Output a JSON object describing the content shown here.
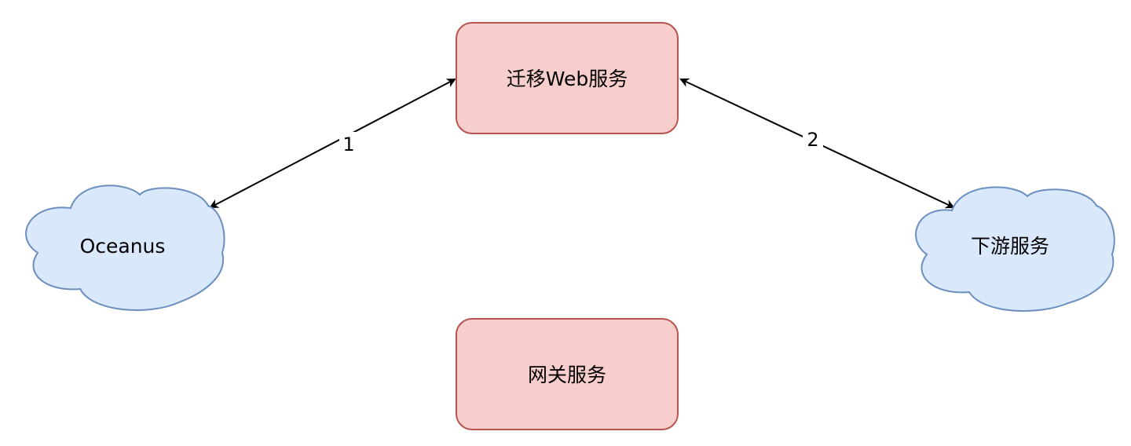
{
  "nodes": {
    "migration_web_service": {
      "label": "迁移Web服务",
      "shape": "rounded-rectangle",
      "fill": "#f8cecc",
      "stroke": "#b85450"
    },
    "gateway_service": {
      "label": "网关服务",
      "shape": "rounded-rectangle",
      "fill": "#f8cecc",
      "stroke": "#b85450"
    },
    "oceanus": {
      "label": "Oceanus",
      "shape": "cloud",
      "fill": "#dae8fc",
      "stroke": "#6c8ebf"
    },
    "downstream_service": {
      "label": "下游服务",
      "shape": "cloud",
      "fill": "#dae8fc",
      "stroke": "#6c8ebf"
    }
  },
  "edges": [
    {
      "from": "oceanus",
      "to": "migration_web_service",
      "label": "1",
      "direction": "both"
    },
    {
      "from": "migration_web_service",
      "to": "downstream_service",
      "label": "2",
      "direction": "both"
    }
  ]
}
